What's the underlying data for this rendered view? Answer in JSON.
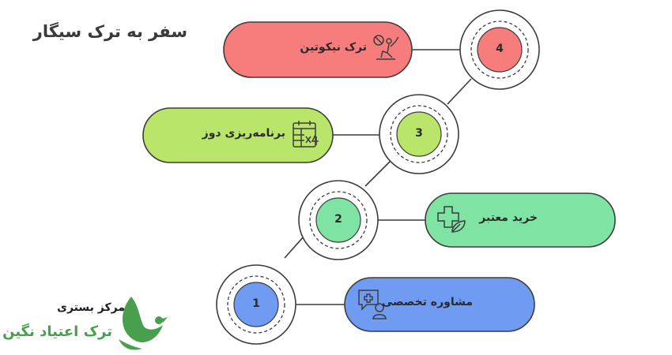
{
  "title": "سفر به ترک سیگار",
  "steps": [
    {
      "number": "1",
      "label": "مشاوره تخصصی",
      "icon": "medical-consult-icon",
      "color": "#6f9cf2"
    },
    {
      "number": "2",
      "label": "خرید معتبر",
      "icon": "medical-leaf-cross-icon",
      "color": "#7fe3a3"
    },
    {
      "number": "3",
      "label": "برنامه‌ریزی دوز",
      "icon": "calendar-dose-icon",
      "color": "#b9e66a"
    },
    {
      "number": "4",
      "label": "ترک نیکوتین",
      "icon": "no-smoking-person-icon",
      "color": "#f77c7c"
    }
  ],
  "logo": {
    "subtitle": "مرکز بستری",
    "name": "ترک اعتیاد نگین",
    "icon": "bird-logo-icon",
    "color": "#48a04e"
  }
}
